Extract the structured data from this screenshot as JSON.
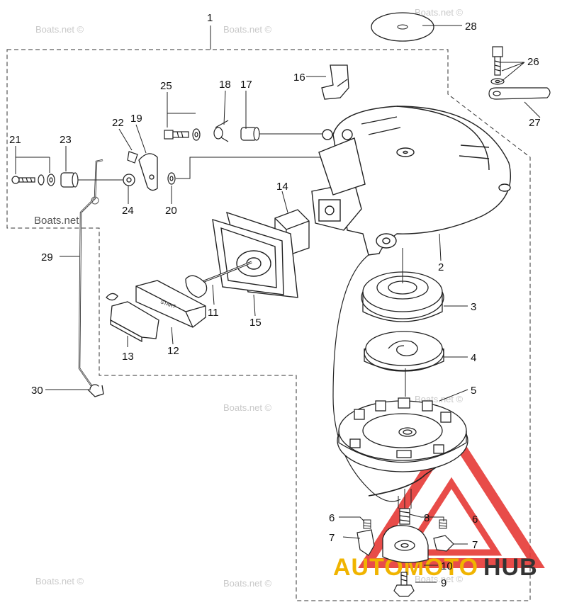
{
  "diagram": {
    "watermark": "Boats.net ©",
    "watermark_label_dark": "Boats.net",
    "logo": {
      "text_part1": "AUTOMOTO",
      "text_part2": "HUB",
      "accent_color": "#e53935",
      "text_color_part1": "#f0b400",
      "text_color_part2": "#333333"
    },
    "callouts": {
      "c1": "1",
      "c2": "2",
      "c3": "3",
      "c4": "4",
      "c5": "5",
      "c6a": "6",
      "c6b": "6",
      "c7a": "7",
      "c7b": "7",
      "c8": "8",
      "c9": "9",
      "c10": "10",
      "c11": "11",
      "c12": "12",
      "c13": "13",
      "c14": "14",
      "c15": "15",
      "c16": "16",
      "c17": "17",
      "c18": "18",
      "c19": "19",
      "c20": "20",
      "c21": "21",
      "c22": "22",
      "c23": "23",
      "c24": "24",
      "c25": "25",
      "c26": "26",
      "c27": "27",
      "c28": "28",
      "c29": "29",
      "c30": "30"
    }
  }
}
